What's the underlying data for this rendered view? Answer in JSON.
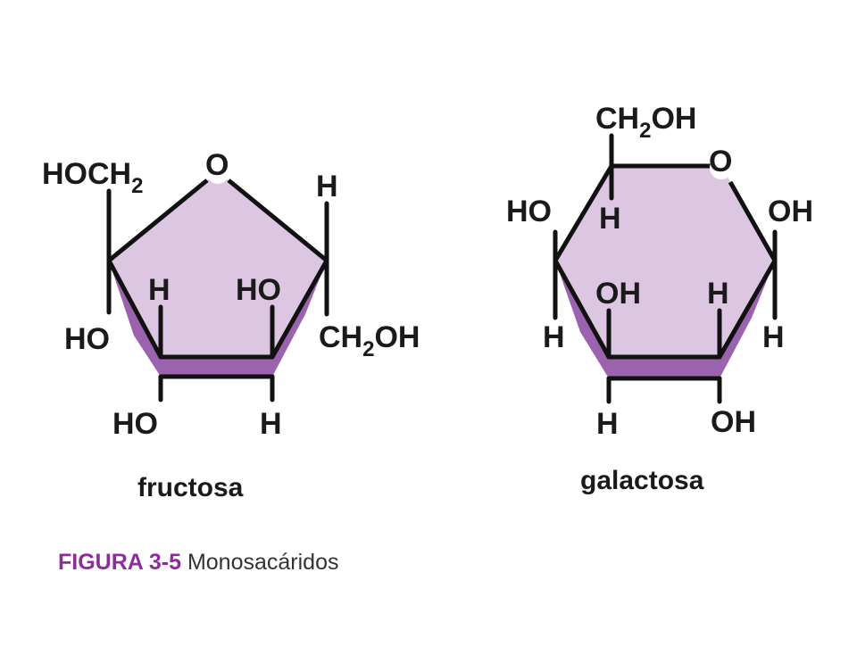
{
  "colors": {
    "ring_fill": "#dcc6e2",
    "ring_side": "#9b62ad",
    "bond": "#111111",
    "caption_label": "#8c2d9a",
    "caption_text": "#333333"
  },
  "fructose": {
    "name": "fructosa",
    "ring_oxygen": "O",
    "hoch2_main": "HOCH",
    "hoch2_sub": "2",
    "c2_h": "H",
    "c2_ch2oh_a": "CH",
    "c2_ch2oh_sub": "2",
    "c2_ch2oh_b": "OH",
    "c5_ho": "HO",
    "c4_h": "H",
    "c4_ho": "HO",
    "c3_ho": "HO",
    "c3_h": "H"
  },
  "galactose": {
    "name": "galactosa",
    "ring_oxygen": "O",
    "ch2oh_a": "CH",
    "ch2oh_sub": "2",
    "ch2oh_b": "OH",
    "c5_h": "H",
    "c4_ho": "HO",
    "c4_h": "H",
    "c3_oh": "OH",
    "c3_h": "H",
    "c2_h": "H",
    "c2_oh": "OH",
    "c1_oh": "OH",
    "c1_h": "H"
  },
  "caption": {
    "label": "FIGURA 3-5",
    "text": "Monosacáridos"
  }
}
